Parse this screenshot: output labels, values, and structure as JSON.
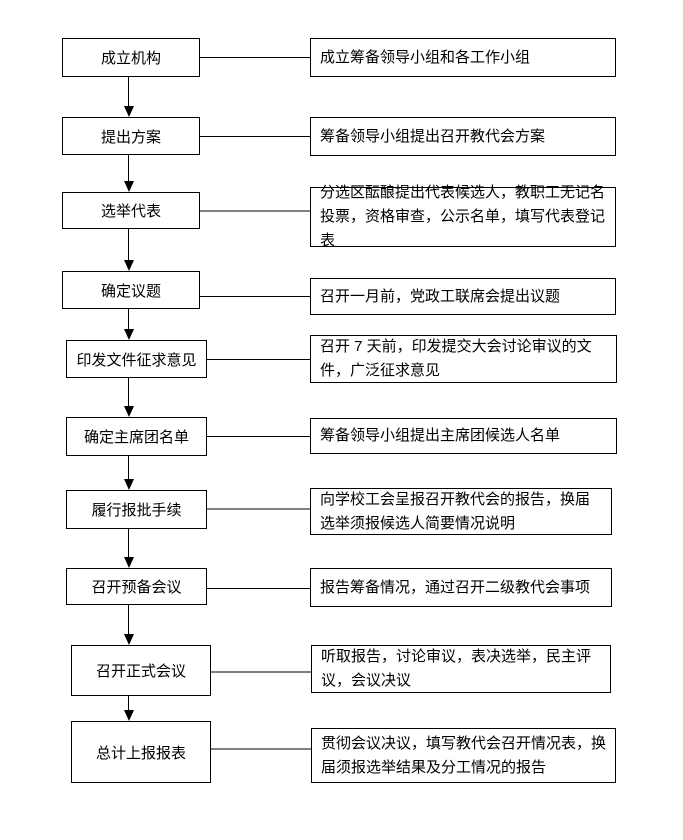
{
  "diagram": {
    "type": "flowchart",
    "language": "zh-CN",
    "background_color": "#ffffff",
    "box_border_color": "#000000",
    "connector_color_default": "#000000",
    "connector_color_alt": "#808080",
    "steps": [
      {
        "label": "成立机构",
        "description": "成立筹备领导小组和各工作小组"
      },
      {
        "label": "提出方案",
        "description": "筹备领导小组提出召开教代会方案"
      },
      {
        "label": "选举代表",
        "description": "分选区酝酿提出代表候选人，教职工无记名投票，资格审查，公示名单，填写代表登记表"
      },
      {
        "label": "确定议题",
        "description": "召开一月前，党政工联席会提出议题"
      },
      {
        "label": "印发文件征求意见",
        "description": "召开 7 天前，印发提交大会讨论审议的文件，广泛征求意见"
      },
      {
        "label": "确定主席团名单",
        "description": "筹备领导小组提出主席团候选人名单"
      },
      {
        "label": "履行报批手续",
        "description": "向学校工会呈报召开教代会的报告，换届选举须报候选人简要情况说明"
      },
      {
        "label": "召开预备会议",
        "description": "报告筹备情况，通过召开二级教代会事项"
      },
      {
        "label": "召开正式会议",
        "description": "听取报告，讨论审议，表决选举，民主评议，会议决议"
      },
      {
        "label": "总计上报报表",
        "description": "贯彻会议决议，填写教代会召开情况表，换届须报选举结果及分工情况的报告"
      }
    ]
  }
}
